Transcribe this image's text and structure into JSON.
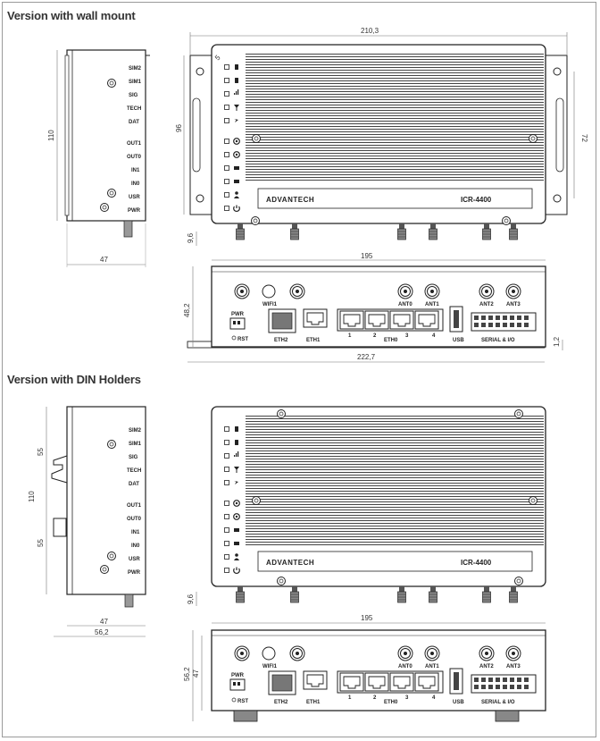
{
  "sections": [
    {
      "title": "Version with wall mount"
    },
    {
      "title": "Version with DIN Holders"
    }
  ],
  "side_leds": [
    "SIM2",
    "SIM1",
    "SIG",
    "TECH",
    "DAT",
    "OUT1",
    "OUT0",
    "IN1",
    "IN0",
    "USR",
    "PWR"
  ],
  "brand": "ADVANTECH",
  "model": "ICR-4400",
  "ports_top": [
    "WIFI1",
    "ANT0",
    "ANT1",
    "ANT2",
    "ANT3"
  ],
  "ports_bottom": [
    "RST",
    "ETH2",
    "ETH1",
    "ETH0",
    "USB",
    "SERIAL & I/O"
  ],
  "ports_misc": {
    "pwr": "PWR",
    "eth0_numbers": [
      "1",
      "2",
      "3",
      "4"
    ]
  },
  "dims_wall": {
    "width_total": "210,3",
    "hole_dia": "5",
    "height_left": "96",
    "height_right": "72",
    "side_height": "110",
    "side_depth": "47",
    "bottom_h": "9,6",
    "front_width": "195",
    "front_height": "48,2",
    "foot_h": "1,2",
    "base_width": "222,7"
  },
  "dims_din": {
    "side_h1": "55",
    "side_h2": "55",
    "side_total": "110",
    "side_depth": "47",
    "side_depth2": "56,2",
    "bottom_h": "9,6",
    "front_width": "195",
    "front_h1": "56,2",
    "front_h2": "47"
  }
}
